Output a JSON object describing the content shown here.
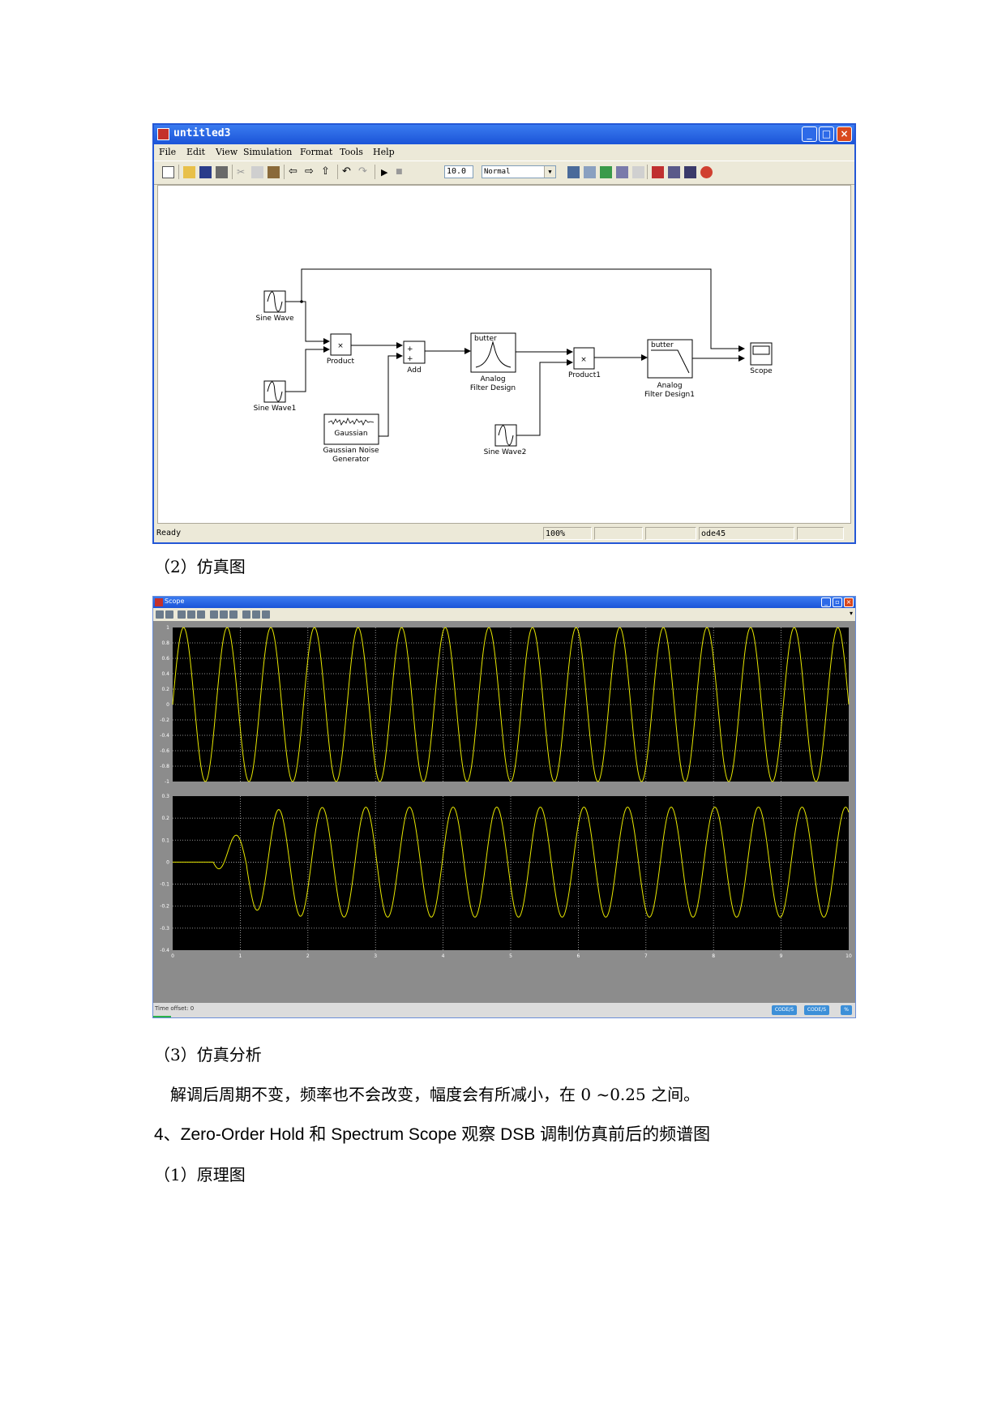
{
  "simulink": {
    "title": "untitled3",
    "menu": [
      "File",
      "Edit",
      "View",
      "Simulation",
      "Format",
      "Tools",
      "Help"
    ],
    "stop_time": "10.0",
    "sim_mode": "Normal",
    "status_left": "Ready",
    "status_zoom": "100%",
    "status_solver": "ode45",
    "blocks": {
      "sine_wave": "Sine Wave",
      "sine_wave1": "Sine Wave1",
      "product": "Product",
      "add": "Add",
      "gaussian_inner": "Gaussian",
      "gaussian_l1": "Gaussian Noise",
      "gaussian_l2": "Generator",
      "filter_inner": "butter",
      "filter_l1": "Analog",
      "filter_l2": "Filter Design",
      "sine_wave2": "Sine Wave2",
      "product1": "Product1",
      "filter1_inner": "butter",
      "filter1_l1": "Analog",
      "filter1_l2": "Filter Design1",
      "scope": "Scope",
      "add_plus1": "+",
      "add_plus2": "+",
      "times": "×"
    }
  },
  "caption_2": "（2）仿真图",
  "scope": {
    "title": "Scope",
    "time_offset": "Time offset:  0",
    "chip_1": "CODE/S",
    "chip_2": "CODE/S",
    "chip_3": "%"
  },
  "chart_data": [
    {
      "type": "line",
      "x_range": [
        0,
        10
      ],
      "ylim": [
        -1,
        1
      ],
      "yticks": [
        "1",
        "0.8",
        "0.6",
        "0.4",
        "0.2",
        "0",
        "-0.2",
        "-0.4",
        "-0.6",
        "-0.8",
        "-1"
      ],
      "grid": true,
      "series": [
        {
          "amplitude": 1,
          "cycles": 15.5,
          "color": "#e8e800"
        }
      ]
    },
    {
      "type": "line",
      "x_range": [
        0,
        10
      ],
      "ylim": [
        -0.4,
        0.3
      ],
      "yticks": [
        "0.3",
        "0.2",
        "0.1",
        "0",
        "-0.1",
        "-0.2",
        "-0.3",
        "-0.4"
      ],
      "xticks": [
        "0",
        "1",
        "2",
        "3",
        "4",
        "5",
        "6",
        "7",
        "8",
        "9",
        "10"
      ],
      "grid": true,
      "series": [
        {
          "amplitude": 0.25,
          "cycles": 15.5,
          "start": 0.6,
          "color": "#e8e800"
        }
      ]
    }
  ],
  "caption_3": "（3）仿真分析",
  "analysis_text": "解调后周期不变，频率也不会改变，幅度会有所减小，在 0 ~0.25 之间。",
  "section_4": "4、Zero-Order Hold 和 Spectrum Scope 观察 DSB 调制仿真前后的频谱图",
  "caption_1": "（1）原理图"
}
